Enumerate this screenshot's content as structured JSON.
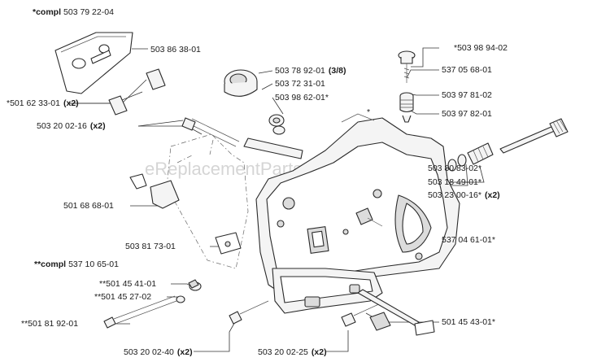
{
  "watermark": "eReplacementParts.com",
  "labels": [
    {
      "id": "compl-503792204",
      "prefix": "*compl",
      "text": "503 79 22-04",
      "suffix": ""
    },
    {
      "id": "p-503863801",
      "prefix": "",
      "text": "503 86 38-01",
      "suffix": ""
    },
    {
      "id": "p-503789201",
      "prefix": "",
      "text": "503 78 92-01",
      "suffix": "(3/8)"
    },
    {
      "id": "p-503723101",
      "prefix": "",
      "text": "503 72 31-01",
      "suffix": ""
    },
    {
      "id": "p-503986201",
      "prefix": "",
      "text": "503 98 62-01*",
      "suffix": ""
    },
    {
      "id": "p-star",
      "prefix": "",
      "text": "*",
      "suffix": ""
    },
    {
      "id": "p-501623301",
      "prefix": "",
      "text": "*501 62 33-01",
      "suffix": "(x2)"
    },
    {
      "id": "p-503200216",
      "prefix": "",
      "text": "503 20 02-16",
      "suffix": "(x2)"
    },
    {
      "id": "p-501686801",
      "prefix": "",
      "text": "501 68 68-01",
      "suffix": ""
    },
    {
      "id": "p-503817301",
      "prefix": "",
      "text": "503 81 73-01",
      "suffix": ""
    },
    {
      "id": "compl-537106501",
      "prefix": "**compl",
      "text": "537 10 65-01",
      "suffix": ""
    },
    {
      "id": "p-501454101",
      "prefix": "",
      "text": "**501 45 41-01",
      "suffix": ""
    },
    {
      "id": "p-501452702",
      "prefix": "",
      "text": "**501 45 27-02",
      "suffix": ""
    },
    {
      "id": "p-501819201",
      "prefix": "",
      "text": "**501 81 92-01",
      "suffix": ""
    },
    {
      "id": "p-503200240",
      "prefix": "",
      "text": "503 20 02-40",
      "suffix": "(x2)"
    },
    {
      "id": "p-503200225",
      "prefix": "",
      "text": "503 20 02-25",
      "suffix": "(x2)"
    },
    {
      "id": "p-501454301",
      "prefix": "",
      "text": "501 45 43-01*",
      "suffix": ""
    },
    {
      "id": "p-537046101",
      "prefix": "",
      "text": "537 04 61-01*",
      "suffix": ""
    },
    {
      "id": "p-503989402",
      "prefix": "",
      "text": "*503 98 94-02",
      "suffix": ""
    },
    {
      "id": "p-537056801",
      "prefix": "",
      "text": "537 05 68-01",
      "suffix": ""
    },
    {
      "id": "p-503978102",
      "prefix": "",
      "text": "503 97 81-02",
      "suffix": ""
    },
    {
      "id": "p-503978201",
      "prefix": "",
      "text": "503 97 82-01",
      "suffix": ""
    },
    {
      "id": "p-503808302",
      "prefix": "",
      "text": "503 80 83-02*",
      "suffix": ""
    },
    {
      "id": "p-503184901",
      "prefix": "",
      "text": "503 18 49-01*",
      "suffix": ""
    },
    {
      "id": "p-503230016",
      "prefix": "",
      "text": "503 23 00-16*",
      "suffix": "(x2)"
    }
  ]
}
